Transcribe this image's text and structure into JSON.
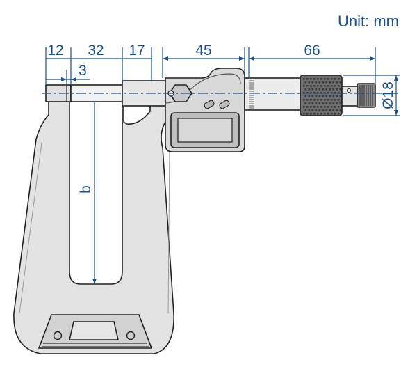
{
  "unit_label": "Unit: mm",
  "dimensions": {
    "anvil_face": "12",
    "spindle_gap": "3",
    "spindle": "32",
    "sleeve": "17",
    "display_body": "45",
    "thimble": "66",
    "diameter": "Ø18",
    "throat_depth": "b"
  },
  "colors": {
    "dimension": "#1b4f8a",
    "frame_fill": "#e3e3e3",
    "frame_inner": "#c9c9c9",
    "body_fill": "#d9d9d9",
    "display_fill": "#cfcfcf",
    "knurl_fill": "#6f6f6f",
    "outline": "#222222"
  },
  "parts": [
    "u-frame",
    "anvil",
    "spindle",
    "digital-display-body",
    "lcd-screen",
    "thimble-knurl",
    "ratchet-stop",
    "insulator-pad"
  ]
}
